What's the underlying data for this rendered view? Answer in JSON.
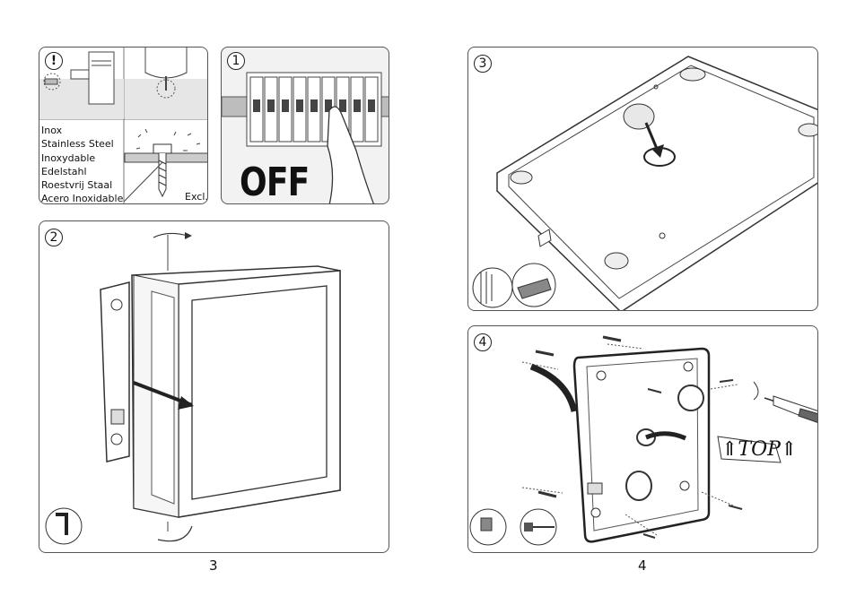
{
  "page": {
    "left_number": "3",
    "right_number": "4"
  },
  "steps": {
    "s1": "1",
    "s2": "2",
    "s3": "3",
    "s4": "4"
  },
  "warning": {
    "symbol": "!",
    "materials": [
      "Inox",
      "Stainless Steel",
      "Inoxydable",
      "Edelstahl",
      "Roestvrij Staal",
      "Acero Inoxidable"
    ],
    "excl": "Excl."
  },
  "step1": {
    "off_label": "OFF"
  },
  "step4": {
    "top_label": "⇑TOP⇑"
  }
}
